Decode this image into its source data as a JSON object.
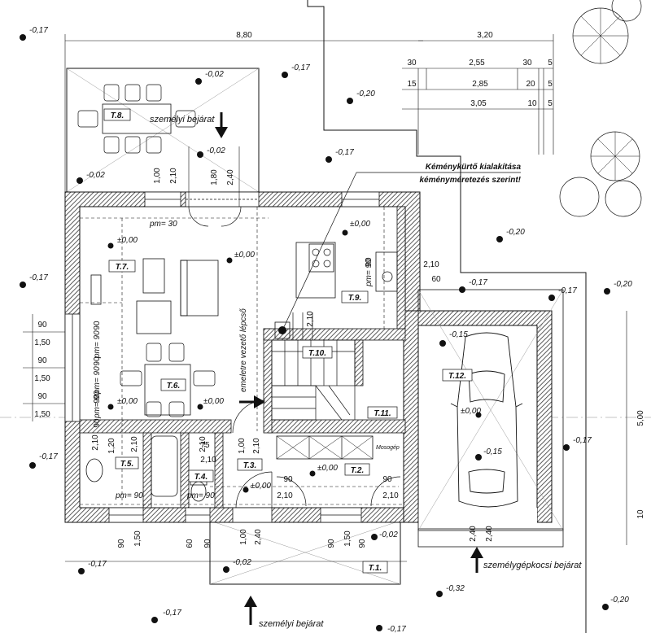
{
  "dimensions_top": {
    "overall": "8,80",
    "right": "3,20",
    "row1": [
      "30",
      "2,55",
      "30",
      "5"
    ],
    "row2": [
      "15",
      "2,85",
      "20",
      "5"
    ],
    "row3": [
      "3,05",
      "10",
      "5"
    ]
  },
  "dimensions_left": [
    "90",
    "1,50",
    "90",
    "1,50",
    "90",
    "1,50"
  ],
  "dimensions_bottom": [
    "90",
    "1,50",
    "60",
    "90",
    "1,00",
    "2,40",
    "90",
    "1,50",
    "90",
    "2,40",
    "2,40"
  ],
  "dimensions_right": [
    "5,00",
    "10"
  ],
  "dimensions_inner": {
    "terrace_1_00": "1,00",
    "terrace_2_10": "2,10",
    "terrace_1_80": "1,80",
    "terrace_2_40": "2,40",
    "kitchen_2_10": "2,10",
    "kitchen_60": "60",
    "kitchen_90": "90",
    "stair_2_10": "2,10",
    "bath_2_10": "2,10",
    "t5_2_10": "2,10",
    "t4_75": "75",
    "t3_1_00": "1,00",
    "t3_2_10": "2,10",
    "t4_2_10": "2,10",
    "hall_90": "90",
    "hall_2_10": "2,10",
    "t2_90": "90",
    "t2_2_10": "2,10",
    "lobby_90": "90",
    "lobby_2_10": "2,10",
    "win_90a": "90",
    "win_90b": "90",
    "win_90c": "90",
    "win_1_20": "1,20"
  },
  "levels": [
    "-0,17",
    "-0,17",
    "-0,02",
    "-0,20",
    "-0,02",
    "-0,17",
    "-0,02",
    "-0,20",
    "-0,17",
    "-0,17",
    "-0,17",
    "-0,15",
    "-0,17",
    "-0,17",
    "-0,20",
    "-0,15",
    "-0,02",
    "-0,17",
    "-0,02",
    "-0,32",
    "-0,17",
    "-0,20",
    "-0,17"
  ],
  "floor_levels": [
    "±0,00",
    "±0,00",
    "±0,00",
    "±0,00",
    "±0,00",
    "±0,00",
    "±0,00",
    "±0,00"
  ],
  "rooms": {
    "t1": "T.1.",
    "t2": "T.2.",
    "t3": "T.3.",
    "t4": "T.4.",
    "t5": "T.5.",
    "t6": "T.6.",
    "t7": "T.7.",
    "t8": "T.8.",
    "t9": "T.9.",
    "t10": "T.10.",
    "t11": "T.11.",
    "t12": "T.12."
  },
  "labels": {
    "personal_entrance_top": "személyi bejárat",
    "personal_entrance_bottom": "személyi bejárat",
    "car_entrance": "személygépkocsi bejárat",
    "chimney_line1": "Kéménykürtő kialakítása",
    "chimney_line2": "kéményméretezés szerint!",
    "upstairs": "emeletre vezető lépcső",
    "pm30": "pm= 30",
    "pm90_kitchen": "pm= 90",
    "pm90_liv_a": "pm= 90",
    "pm90_liv_b": "pm= 90",
    "pm90_liv_c": "pm= 90",
    "pm90_t5": "pm= 90",
    "pm90_t4": "pm= 90",
    "mosogep": "Mosogép"
  },
  "colors": {
    "line": "#1a1a1a",
    "wall_hatch": "#555555",
    "background": "#ffffff"
  }
}
